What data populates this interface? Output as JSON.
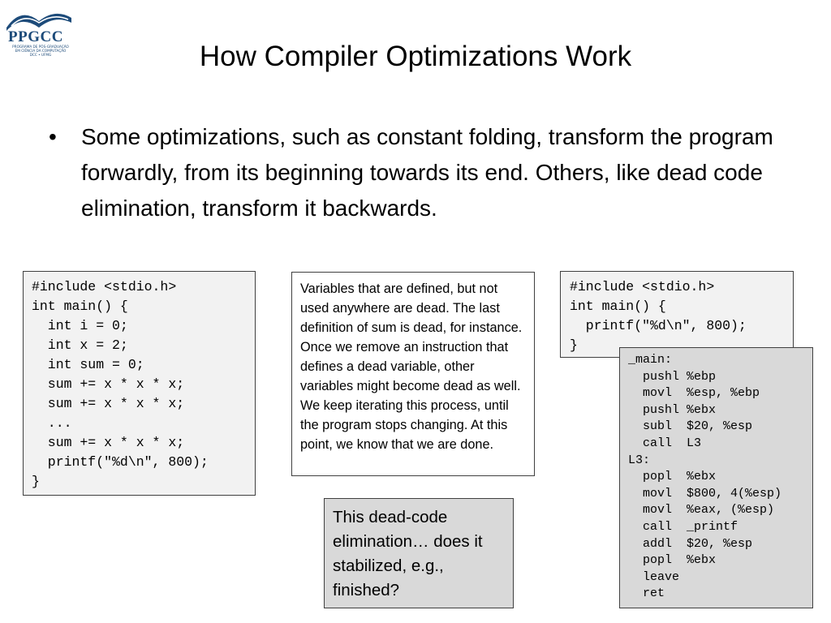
{
  "logo": {
    "brand": "PPGCC",
    "subtitle_lines": [
      "PROGRAMA DE PÓS-GRADUAÇÃO",
      "EM CIÊNCIA DA COMPUTAÇÃO",
      "DCC • UFMG"
    ],
    "color": "#1d4b7a"
  },
  "slide": {
    "title": "How Compiler Optimizations Work",
    "bullet_symbol": "•",
    "bullet_text": "Some optimizations, such as constant folding, transform the program forwardly, from its beginning towards its end. Others, like dead code elimination, transform it backwards."
  },
  "code_original": {
    "lines": [
      "#include <stdio.h>",
      "int main() {",
      "  int i = 0;",
      "  int x = 2;",
      "  int sum = 0;",
      "  sum += x * x * x;",
      "  sum += x * x * x;",
      "  ...",
      "  sum += x * x * x;",
      "  printf(\"%d\\n\", 800);",
      "}"
    ]
  },
  "explanation": {
    "text": "Variables that are defined, but not used anywhere are dead. The last definition of sum is dead, for instance. Once we remove an instruction that defines a dead variable, other variables might become dead as well. We keep iterating this process, until the program stops changing. At this point, we know that we are done."
  },
  "code_optimized": {
    "lines": [
      "#include <stdio.h>",
      "int main() {",
      "  printf(\"%d\\n\", 800);",
      "}"
    ]
  },
  "assembly": {
    "lines": [
      "_main:",
      "  pushl %ebp",
      "  movl  %esp, %ebp",
      "  pushl %ebx",
      "  subl  $20, %esp",
      "  call  L3",
      "L3:",
      "  popl  %ebx",
      "  movl  $800, 4(%esp)",
      "  movl  %eax, (%esp)",
      "  call  _printf",
      "  addl  $20, %esp",
      "  popl  %ebx",
      "  leave",
      "  ret"
    ]
  },
  "question": {
    "text": "This dead-code elimination… does it stabilized, e.g., finished?"
  }
}
